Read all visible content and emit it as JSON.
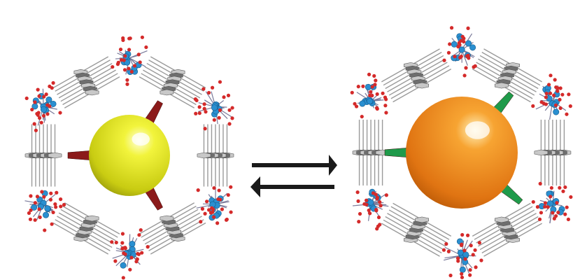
{
  "colors": {
    "background": "#ffffff",
    "linker_light": "#c8c8c8",
    "linker_dark": "#6e6e6e",
    "cluster_metal": "#2a8fd0",
    "cluster_oxygen": "#d42a2a",
    "guest_left": "#e6ea2e",
    "guest_right": "#f08a1c",
    "tags_left": "#8b1a1a",
    "tags_right": "#1f9a4a",
    "arrows": "#1a1a1a"
  },
  "structures": [
    {
      "id": "left",
      "guest_color_key": "guest_left",
      "tag_color_key": "tags_left"
    },
    {
      "id": "right",
      "guest_color_key": "guest_right",
      "tag_color_key": "tags_right"
    }
  ],
  "arrows": [
    {
      "id": "forward",
      "direction": "right"
    },
    {
      "id": "reverse",
      "direction": "left"
    }
  ]
}
